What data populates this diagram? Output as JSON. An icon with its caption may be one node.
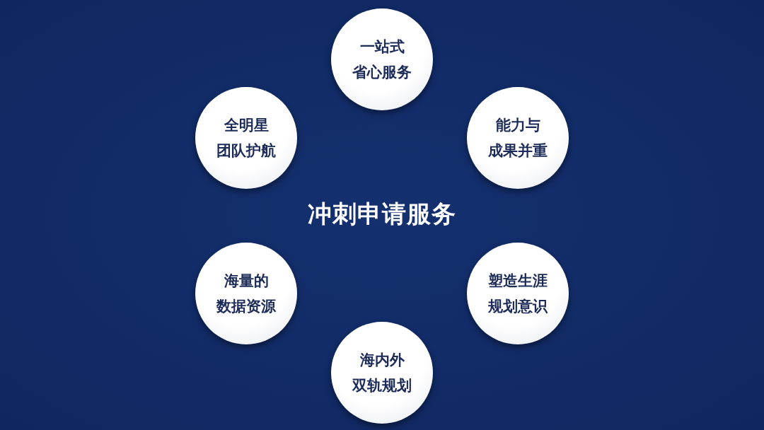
{
  "diagram": {
    "title": "冲刺申请服务",
    "nodes": [
      {
        "text": [
          "一站式",
          "省心服务"
        ]
      },
      {
        "text": [
          "全明星",
          "团队护航"
        ]
      },
      {
        "text": [
          "能力与",
          "成果并重"
        ]
      },
      {
        "text": [
          "海量的",
          "数据资源"
        ]
      },
      {
        "text": [
          "塑造生涯",
          "规划意识"
        ]
      },
      {
        "text": [
          "海内外",
          "双轨规划"
        ]
      }
    ]
  }
}
